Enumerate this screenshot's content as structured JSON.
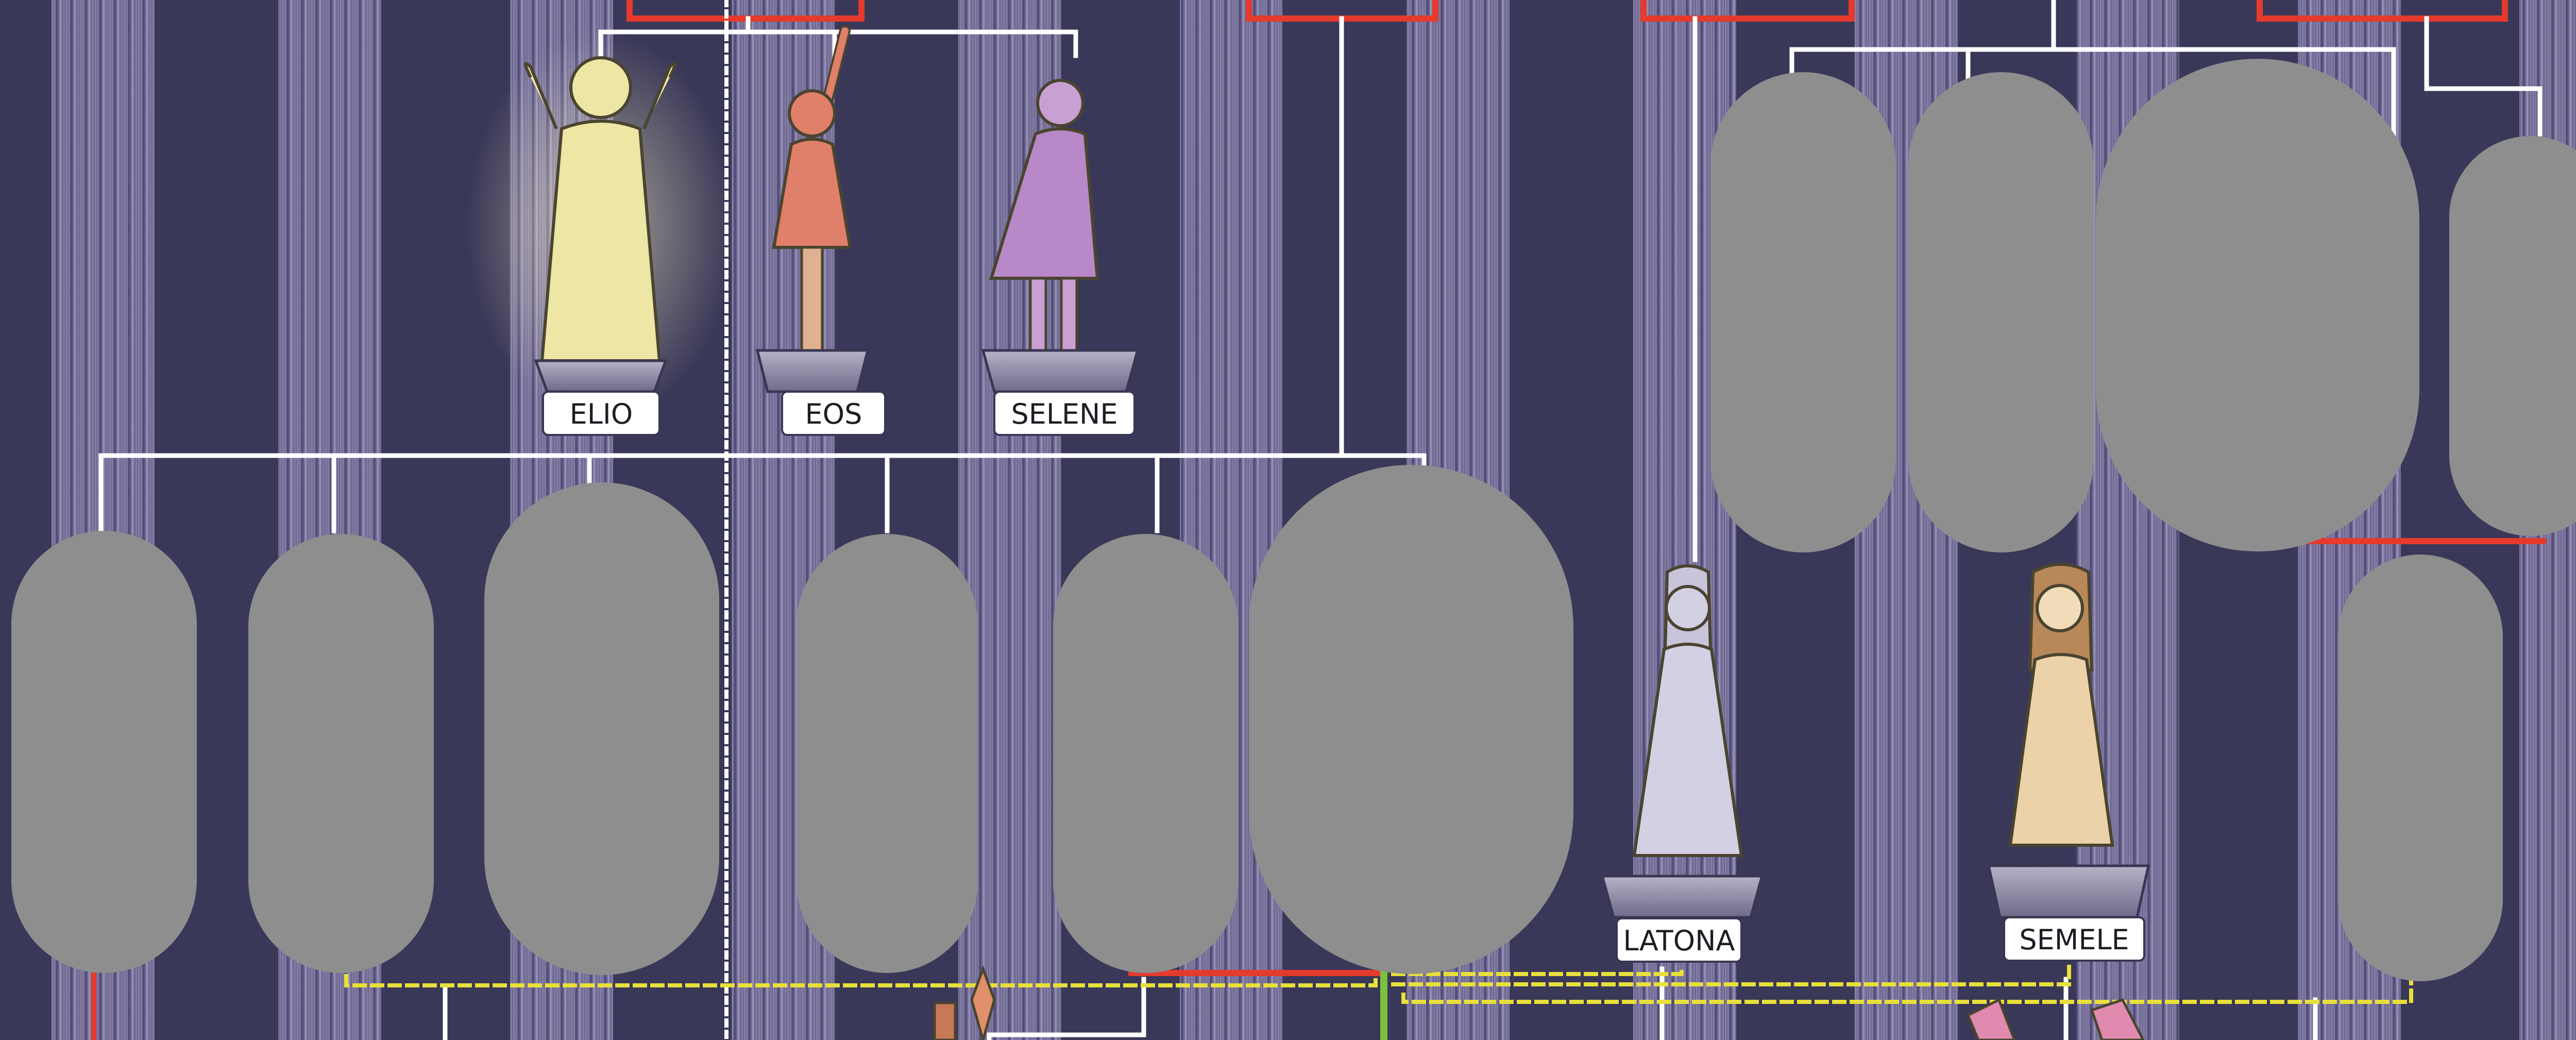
{
  "figures": [
    {
      "id": "elio",
      "label": "ELIO",
      "robe_color": "#ede6a4"
    },
    {
      "id": "eos",
      "label": "EOS",
      "robe_color": "#e0806a"
    },
    {
      "id": "selene",
      "label": "SELENE",
      "robe_color": "#b888c8"
    },
    {
      "id": "latona",
      "label": "LATONA",
      "robe_color": "#d4d0e4"
    },
    {
      "id": "semele",
      "label": "SEMELE",
      "robe_color": "#ecd2a8"
    }
  ],
  "colors": {
    "background": "#3a3858",
    "column": "#77709a",
    "line_white": "#ffffff",
    "line_red": "#e53a2c",
    "line_yellow_dashed": "#e8e03a",
    "line_green": "#7cc03c",
    "redacted": "#8e8e8e"
  },
  "redacted_count": 11
}
